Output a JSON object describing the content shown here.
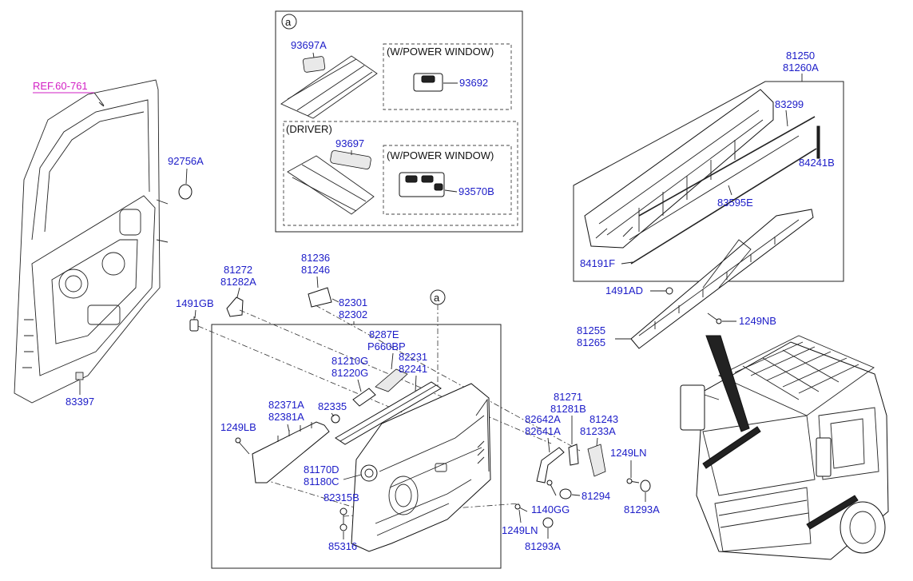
{
  "reference": {
    "text": "REF.60-761",
    "color": "#d21fc4"
  },
  "inset": {
    "marker": "a",
    "sub_top": "(W/POWER WINDOW)",
    "sub_driver": "(DRIVER)",
    "sub_bottom": "(W/POWER WINDOW)",
    "part_93697A": "93697A",
    "part_93692": "93692",
    "part_93697": "93697",
    "part_93570B": "93570B"
  },
  "trim_box": {
    "marker": "a"
  },
  "labels": {
    "p92756A": "92756A",
    "p83397": "83397",
    "p81272": "81272",
    "p81282A": "81282A",
    "p1491GB": "1491GB",
    "p81236": "81236",
    "p81246": "81246",
    "p82301": "82301",
    "p82302": "82302",
    "p8287E": "8287E",
    "pP660BP": "P660BP",
    "p81210G": "81210G",
    "p81220G": "81220G",
    "p82231": "82231",
    "p82241": "82241",
    "p82371A": "82371A",
    "p82381A": "82381A",
    "p82335": "82335",
    "p1249LB": "1249LB",
    "p81170D": "81170D",
    "p81180C": "81180C",
    "p82315B": "82315B",
    "p85316": "85316",
    "p81271": "81271",
    "p81281B": "81281B",
    "p82642A": "82642A",
    "p82641A": "82641A",
    "p81243": "81243",
    "p81233A": "81233A",
    "p1249LN_a": "1249LN",
    "p1140GG": "1140GG",
    "p81294": "81294",
    "p81293A_a": "81293A",
    "p1249LN_b": "1249LN",
    "p81293A_b": "81293A",
    "p81250": "81250",
    "p81260A": "81260A",
    "p83299": "83299",
    "p84241B": "84241B",
    "p83595E": "83595E",
    "p84191F": "84191F",
    "p1491AD": "1491AD",
    "p1249NB": "1249NB",
    "p81255": "81255",
    "p81265": "81265"
  }
}
